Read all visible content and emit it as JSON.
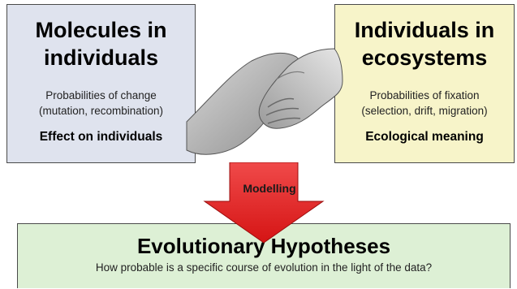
{
  "left_box": {
    "title_line1": "Molecules in",
    "title_line2": "individuals",
    "sub_line1": "Probabilities of change",
    "sub_line2": "(mutation, recombination)",
    "strong": "Effect on individuals",
    "color": "#dfe3ee"
  },
  "right_box": {
    "title_line1": "Individuals in",
    "title_line2": "ecosystems",
    "sub_line1": "Probabilities of fixation",
    "sub_line2": "(selection, drift, migration)",
    "strong": "Ecological meaning",
    "color": "#f7f4c9"
  },
  "arrow": {
    "label": "Modelling",
    "color": "#e41e1e"
  },
  "bottom_box": {
    "title": "Evolutionary Hypotheses",
    "subtitle": "How probable is a specific course of evolution in the light of the data?",
    "color": "#ddf0d5"
  },
  "illustration": {
    "icon": "handshake-icon"
  }
}
